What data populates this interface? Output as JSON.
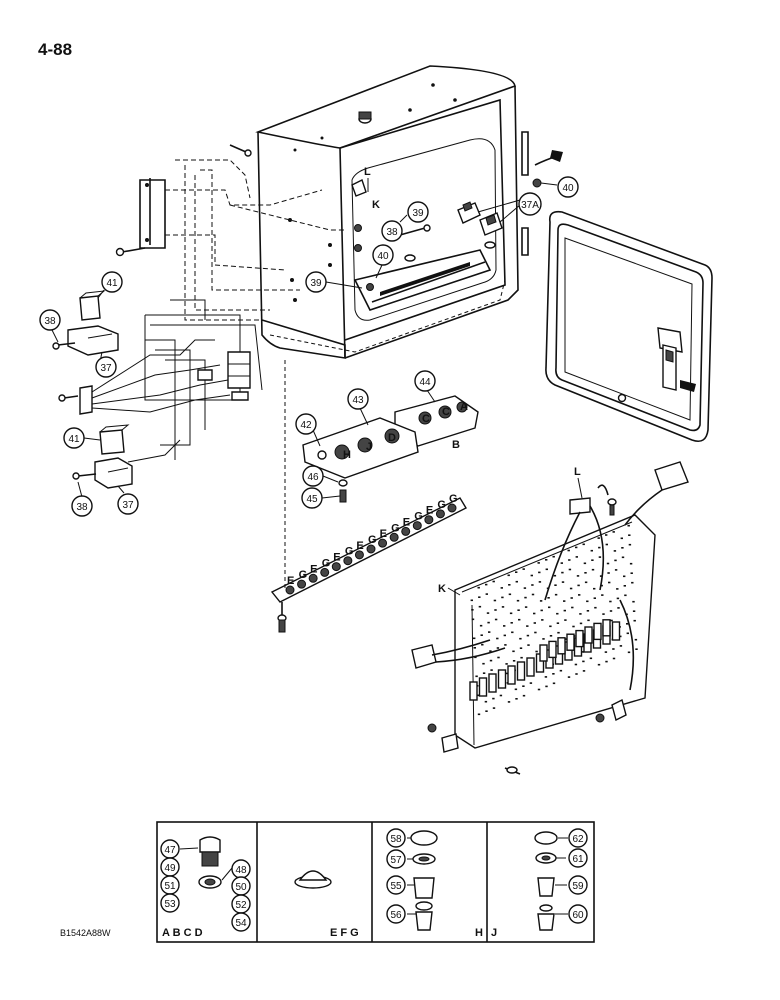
{
  "page_number": "4-88",
  "figure_code": "B1542A88W",
  "letters": {
    "L_top": "L",
    "K_top": "K",
    "B": "B",
    "L_board": "L",
    "K_board": "K"
  },
  "callouts": {
    "c37_left_top": "37",
    "c37_left_bot": "37",
    "c37A": "37A",
    "c38_left_top": "38",
    "c38_left_bot": "38",
    "c38_box": "38",
    "c39_a": "39",
    "c39_b": "39",
    "c40_right": "40",
    "c40_box": "40",
    "c41_top": "41",
    "c41_bot": "41",
    "c42": "42",
    "c43": "43",
    "c44": "44",
    "c45": "45",
    "c46": "46"
  },
  "inset": {
    "panels": [
      {
        "footer": "A B C D",
        "callouts_left": [
          "47",
          "49",
          "51",
          "53"
        ],
        "callouts_right": [
          "48",
          "50",
          "52",
          "54"
        ]
      },
      {
        "footer": "E F G"
      },
      {
        "footer": "H",
        "callouts": [
          "58",
          "57",
          "55",
          "56"
        ]
      },
      {
        "footer": "J",
        "callouts": [
          "62",
          "61",
          "59",
          "60"
        ]
      }
    ]
  },
  "board_labels": {
    "row1": [
      "E",
      "G",
      "E",
      "G",
      "E",
      "G",
      "E",
      "G",
      "E",
      "G",
      "E",
      "G",
      "E",
      "G",
      "G"
    ],
    "plate43": [
      "H",
      "J",
      "D"
    ],
    "plate44": [
      "C",
      "C",
      "A"
    ]
  }
}
